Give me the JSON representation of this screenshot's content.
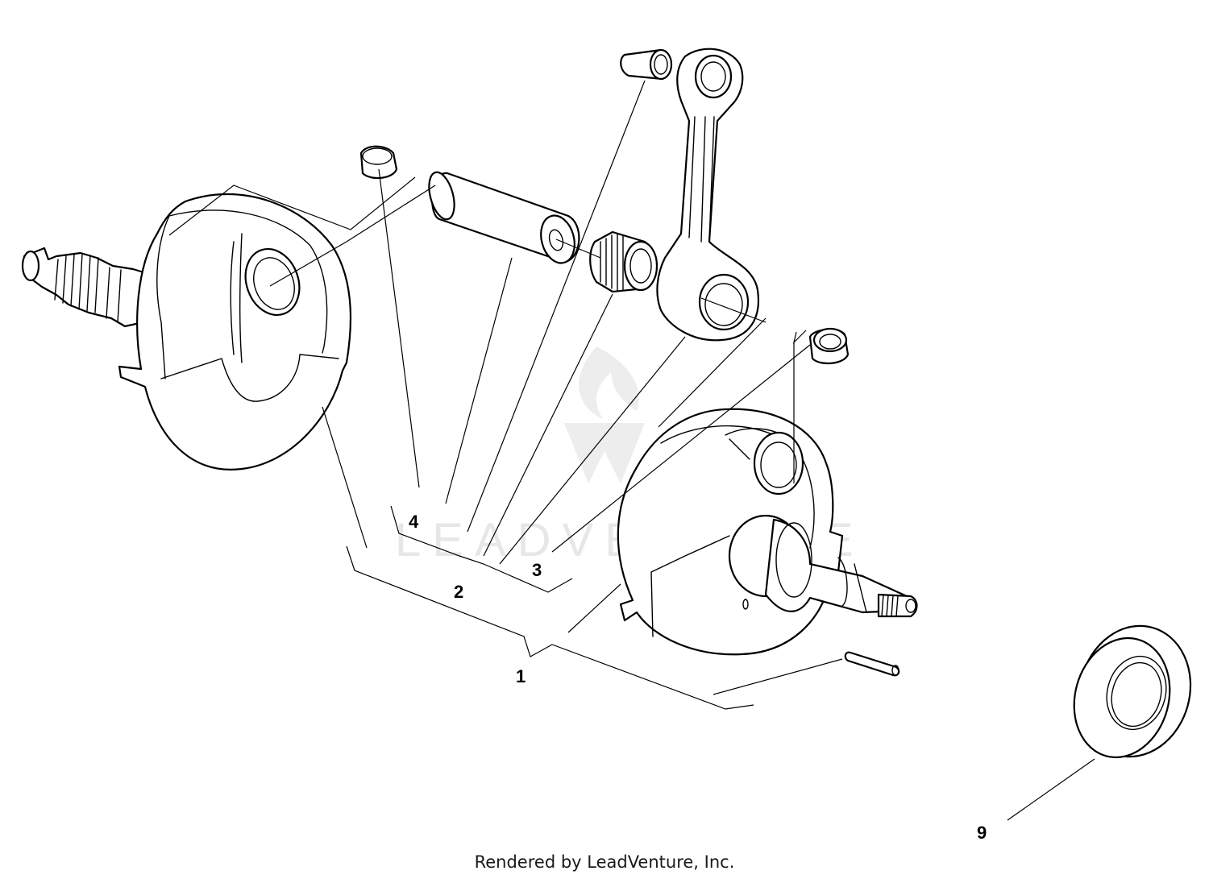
{
  "callouts": [
    {
      "id": "1",
      "label": "1"
    },
    {
      "id": "2",
      "label": "2"
    },
    {
      "id": "3",
      "label": "3"
    },
    {
      "id": "4",
      "label": "4"
    },
    {
      "id": "9",
      "label": "9"
    }
  ],
  "watermark": {
    "text": "LEADVENTURE"
  },
  "footer": {
    "text": "Rendered by LeadVenture, Inc."
  }
}
